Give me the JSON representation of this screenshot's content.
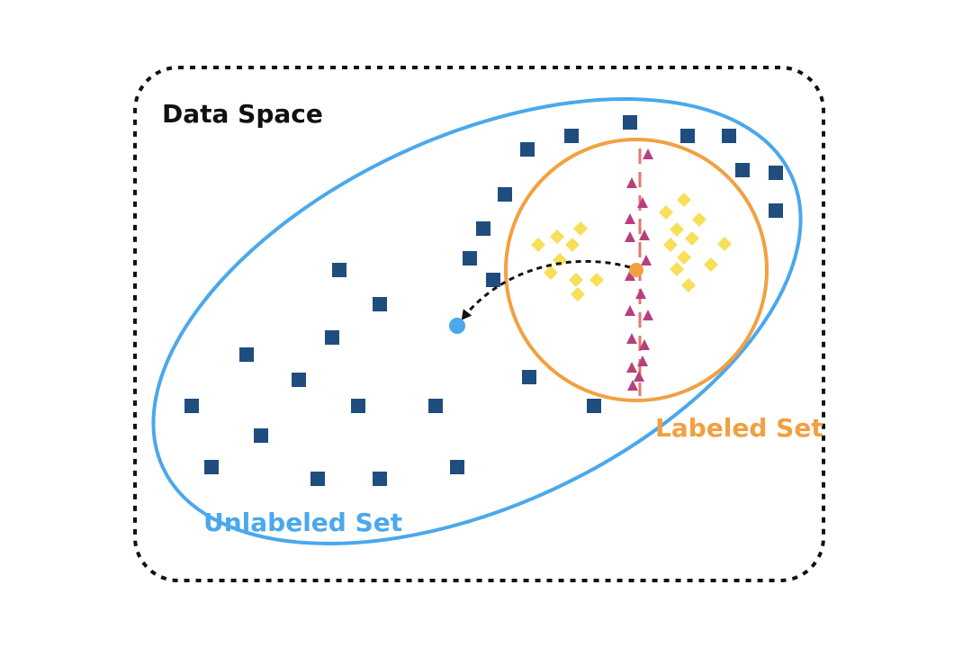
{
  "title": "Data Space",
  "unlabeled_label": "Unlabeled Set",
  "labeled_label": "Labeled Set",
  "colors": {
    "border": "#111111",
    "unlabeled": "#4aa8ec",
    "labeled": "#f2a041",
    "square": "#1f4e7e",
    "diamond": "#f7df5a",
    "triangle": "#b7407d",
    "boundary": "#e4776a",
    "arrow": "#111111"
  },
  "legend_shapes": {
    "unlabeled_points": "square",
    "class_a": "diamond",
    "class_b": "triangle",
    "decision_boundary": "dashed-line",
    "selected_sample": "circle"
  }
}
